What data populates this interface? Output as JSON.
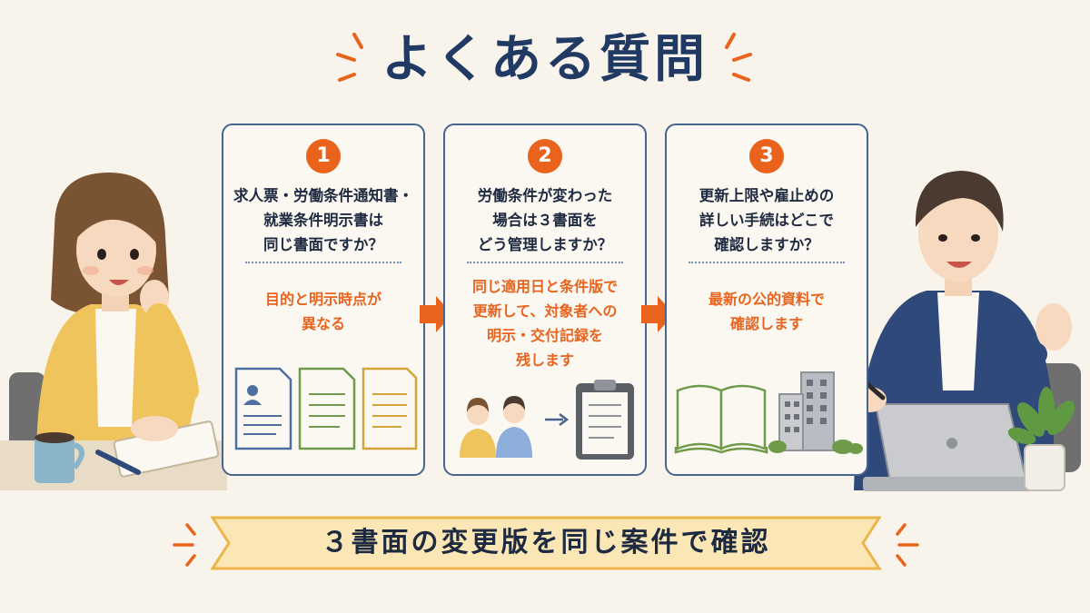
{
  "title": "よくある質問",
  "cards": [
    {
      "number": "1",
      "question": "求人票・労働条件通知書・\n就業条件明示書は\n同じ書面ですか？",
      "answer": "目的と明示時点が\n異なる"
    },
    {
      "number": "2",
      "question": "労働条件が変わった\n場合は３書面を\nどう管理しますか？",
      "answer": "同じ適用日と条件版で\n更新して、対象者への\n明示・交付記録を\n残します"
    },
    {
      "number": "3",
      "question": "更新上限や雇止めの\n詳しい手続はどこで\n確認しますか？",
      "answer": "最新の公的資料で\n確認します"
    }
  ],
  "banner": {
    "text": "３書面の変更版を同じ案件で確認"
  },
  "colors": {
    "accent": "#e9631d",
    "navy": "#213a63",
    "card_border": "#47648e",
    "banner_fill": "#fbe6b5",
    "background": "#f8f4ec"
  }
}
